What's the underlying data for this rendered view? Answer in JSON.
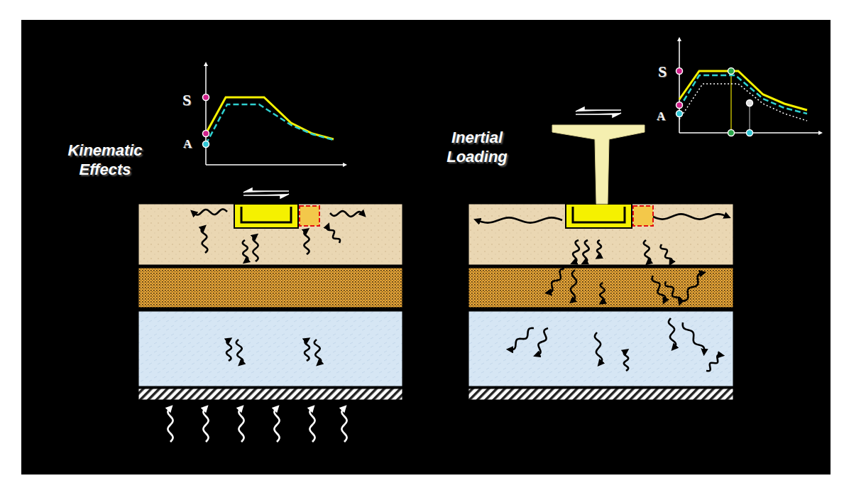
{
  "diagram": {
    "labels": [
      "Kinematic Effects",
      "Inertial Loading",
      "S",
      "A",
      "S",
      "A"
    ]
  }
}
